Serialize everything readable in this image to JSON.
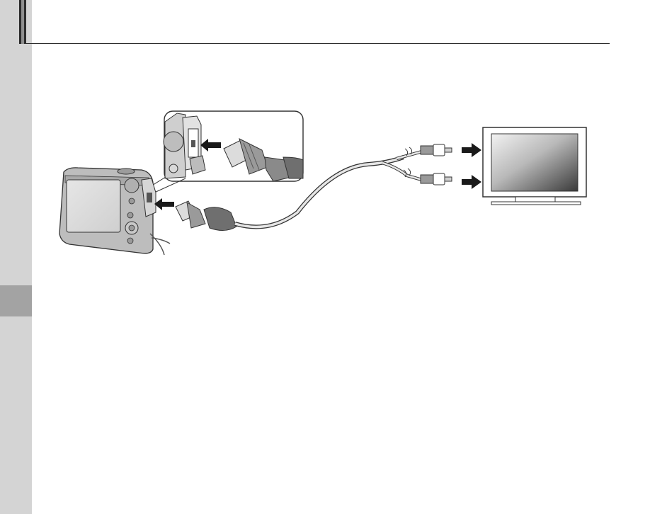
{
  "page": {
    "side_tab_color": "#a3a3a3",
    "side_strip_color": "#d4d4d4",
    "header_bar_color": "#2b2b2b"
  },
  "illustration": {
    "parts": [
      "camera",
      "usb-av-cable",
      "av-plugs",
      "television",
      "connection-arrows",
      "connector-detail-callout"
    ],
    "arrow_color": "#1a1a1a"
  }
}
